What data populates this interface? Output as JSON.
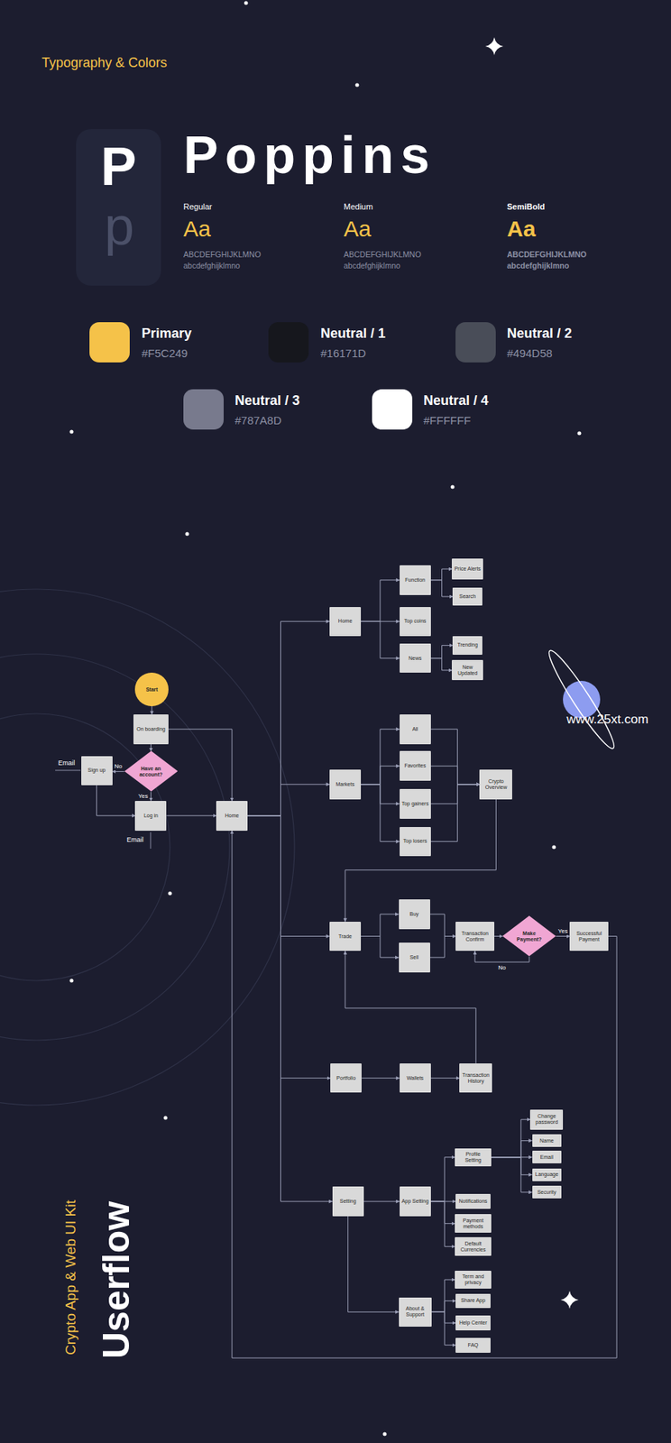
{
  "diagram": {
    "title": "Userflow",
    "caption": "Crypto App & Web UI Kit",
    "nodes": [
      {
        "text": [
          "Start"
        ]
      },
      {
        "text": [
          "On boarding"
        ]
      },
      {
        "text": [
          "Have an account?"
        ]
      },
      {
        "text": [
          "Sign up"
        ]
      },
      {
        "text": [
          "Log in"
        ]
      },
      {
        "text": [
          "Home"
        ]
      },
      {
        "text": [
          "Home"
        ]
      },
      {
        "text": [
          "Function"
        ]
      },
      {
        "text": [
          "Price Alerts"
        ]
      },
      {
        "text": [
          "Search"
        ]
      },
      {
        "text": [
          "Top coins"
        ]
      },
      {
        "text": [
          "News"
        ]
      },
      {
        "text": [
          "Trending"
        ]
      },
      {
        "text": [
          "New Updated"
        ]
      },
      {
        "text": [
          "Markets"
        ]
      },
      {
        "text": [
          "All"
        ]
      },
      {
        "text": [
          "Favorites"
        ]
      },
      {
        "text": [
          "Top gainers"
        ]
      },
      {
        "text": [
          "Top losers"
        ]
      },
      {
        "text": [
          "Crypto Overview"
        ]
      },
      {
        "text": [
          "Trade"
        ]
      },
      {
        "text": [
          "Buy"
        ]
      },
      {
        "text": [
          "Sell"
        ]
      },
      {
        "text": [
          "Transaction Confirm"
        ]
      },
      {
        "text": [
          "Make Payment?"
        ]
      },
      {
        "text": [
          "Successful Payment"
        ]
      },
      {
        "text": [
          "Portfolio"
        ]
      },
      {
        "text": [
          "Wallets"
        ]
      },
      {
        "text": [
          "Transaction History"
        ]
      },
      {
        "text": [
          "Setting"
        ]
      },
      {
        "text": [
          "App Setting"
        ]
      },
      {
        "text": [
          "Profile Setting"
        ]
      },
      {
        "text": [
          "Change password"
        ]
      },
      {
        "text": [
          "Name"
        ]
      },
      {
        "text": [
          "Email"
        ]
      },
      {
        "text": [
          "Language"
        ]
      },
      {
        "text": [
          "Security"
        ]
      },
      {
        "text": [
          "Notifications"
        ]
      },
      {
        "text": [
          "Payment methods"
        ]
      },
      {
        "text": [
          "Default Currencies"
        ]
      },
      {
        "text": [
          "About & Support"
        ]
      },
      {
        "text": [
          "Term and privacy"
        ]
      },
      {
        "text": [
          "Share App"
        ]
      },
      {
        "text": [
          "Help Center"
        ]
      },
      {
        "text": [
          "FAQ"
        ]
      }
    ],
    "edges": [
      {
        "from": 0,
        "to": 1,
        "arrow": "to"
      },
      {
        "from": 1,
        "to": 2,
        "arrow": "to"
      },
      {
        "from": 1,
        "to": 5,
        "arrow": "to"
      },
      {
        "from": 2,
        "to": 3,
        "label": "No",
        "arrow": "to"
      },
      {
        "from": 2,
        "to": 4,
        "label": "Yes",
        "arrow": "to"
      },
      {
        "from": 3,
        "to": 4,
        "arrow": "to"
      },
      {
        "from": 4,
        "to": 5,
        "arrow": "to"
      },
      {
        "from": 5,
        "to": 6,
        "arrow": "to"
      },
      {
        "from": 5,
        "to": 14,
        "arrow": "to"
      },
      {
        "from": 5,
        "to": 20,
        "arrow": "to"
      },
      {
        "from": 5,
        "to": 26,
        "arrow": "to"
      },
      {
        "from": 5,
        "to": 29,
        "arrow": "to"
      },
      {
        "from": 6,
        "to": 7,
        "arrow": "to"
      },
      {
        "from": 6,
        "to": 10,
        "arrow": "to"
      },
      {
        "from": 6,
        "to": 11,
        "arrow": "to"
      },
      {
        "from": 7,
        "to": 8,
        "arrow": "to"
      },
      {
        "from": 7,
        "to": 9,
        "arrow": "to"
      },
      {
        "from": 11,
        "to": 12,
        "arrow": "to"
      },
      {
        "from": 11,
        "to": 13,
        "arrow": "to"
      },
      {
        "from": 14,
        "to": 15,
        "arrow": "to"
      },
      {
        "from": 14,
        "to": 16,
        "arrow": "to"
      },
      {
        "from": 14,
        "to": 17,
        "arrow": "to"
      },
      {
        "from": 14,
        "to": 18,
        "arrow": "to"
      },
      {
        "from": 15,
        "to": 19,
        "arrow": "to"
      },
      {
        "from": 16,
        "to": 19,
        "arrow": "to"
      },
      {
        "from": 17,
        "to": 19,
        "arrow": "to"
      },
      {
        "from": 18,
        "to": 19,
        "arrow": "to"
      },
      {
        "from": 19,
        "to": 20,
        "arrow": "to"
      },
      {
        "from": 20,
        "to": 21,
        "arrow": "to"
      },
      {
        "from": 20,
        "to": 22,
        "arrow": "to"
      },
      {
        "from": 21,
        "to": 23,
        "arrow": "to"
      },
      {
        "from": 22,
        "to": 23,
        "arrow": "to"
      },
      {
        "from": 23,
        "to": 24,
        "arrow": "to"
      },
      {
        "from": 24,
        "to": 23,
        "label": "No",
        "arrow": "to"
      },
      {
        "from": 24,
        "to": 25,
        "label": "Yes",
        "arrow": "to"
      },
      {
        "from": 25,
        "to": 5,
        "arrow": "to"
      },
      {
        "from": 26,
        "to": 27,
        "arrow": "to"
      },
      {
        "from": 27,
        "to": 28,
        "arrow": "to"
      },
      {
        "from": 28,
        "to": 20,
        "arrow": "to"
      },
      {
        "from": 29,
        "to": 30,
        "arrow": "to"
      },
      {
        "from": 29,
        "to": 40,
        "arrow": "to"
      },
      {
        "from": 30,
        "to": 31,
        "arrow": "to"
      },
      {
        "from": 30,
        "to": 37,
        "arrow": "to"
      },
      {
        "from": 30,
        "to": 38,
        "arrow": "to"
      },
      {
        "from": 30,
        "to": 39,
        "arrow": "to"
      },
      {
        "from": 31,
        "to": 32,
        "arrow": "to"
      },
      {
        "from": 31,
        "to": 33,
        "arrow": "to"
      },
      {
        "from": 31,
        "to": 34,
        "arrow": "to"
      },
      {
        "from": 31,
        "to": 35,
        "arrow": "to"
      },
      {
        "from": 31,
        "to": 36,
        "arrow": "to"
      },
      {
        "from": 40,
        "to": 41,
        "arrow": "to"
      },
      {
        "from": 40,
        "to": 42,
        "arrow": "to"
      },
      {
        "from": 40,
        "to": 43,
        "arrow": "to"
      },
      {
        "from": 40,
        "to": 44,
        "arrow": "to"
      }
    ],
    "labels": [
      "Typography & Colors",
      "P",
      "p",
      "Poppins",
      "Regular",
      "Aa",
      "ABCDEFGHIJKLMNO",
      "abcdefghijklmno",
      "Medium",
      "Aa",
      "ABCDEFGHIJKLMNO",
      "abcdefghijklmno",
      "SemiBold",
      "Aa",
      "ABCDEFGHIJKLMNO",
      "abcdefghijklmno",
      "#F5C249",
      "#16171D",
      "#494D58",
      "#787A8D",
      "#FFFFFF",
      "Email",
      "Email",
      "www.25xt.com"
    ],
    "legend": [
      {
        "text": "Primary",
        "color": "#F5C249"
      },
      {
        "text": "Neutral / 1",
        "color": "#16171D"
      },
      {
        "text": "Neutral / 2",
        "color": "#494D58"
      },
      {
        "text": "Neutral / 3",
        "color": "#787A8D"
      },
      {
        "text": "Neutral / 4",
        "color": "#FFFFFF"
      }
    ]
  }
}
